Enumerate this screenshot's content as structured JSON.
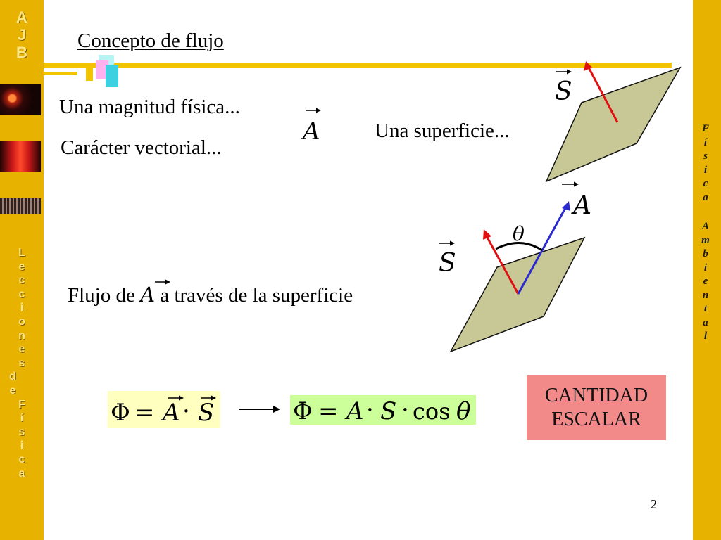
{
  "sidebar_left": {
    "top_letters": [
      "A",
      "J",
      "B"
    ],
    "bottom_letters": [
      "L",
      "e",
      "c",
      "c",
      "i",
      "o",
      "n",
      "e",
      "s",
      "d",
      "e",
      "F",
      "í",
      "s",
      "i",
      "c",
      "a"
    ]
  },
  "sidebar_right": {
    "letters": [
      "F",
      "í",
      "s",
      "i",
      "c",
      "a",
      "A",
      "m",
      "b",
      "i",
      "e",
      "n",
      "t",
      "a",
      "l"
    ]
  },
  "slide": {
    "title": "Concepto de flujo",
    "line1": "Una magnitud física...",
    "line2": "Carácter vectorial...",
    "vector_A": "A",
    "surface_text": "Una superficie...",
    "vector_S": "S",
    "theta": "θ",
    "flux_prefix": "Flujo de ",
    "flux_var": "A",
    "flux_suffix": " a través de la superficie",
    "formula1": {
      "phi": "Φ",
      "eq": "=",
      "a": "A",
      "dot": "·",
      "s": "S"
    },
    "formula2": {
      "phi": "Φ",
      "eq": "=",
      "a": "A",
      "dot1": "·",
      "s": "S",
      "dot2": "·",
      "cos": "cos",
      "theta": "θ"
    },
    "cantidad_line1": "CANTIDAD",
    "cantidad_line2": "ESCALAR",
    "page_number": "2"
  },
  "colors": {
    "sidebar": "#e8b200",
    "title_bar": "#f5c400",
    "plane_fill": "#c8c896",
    "red_arrow": "#e01010",
    "blue_arrow": "#2a2ad0",
    "formula1_bg": "#ffffc0",
    "formula2_bg": "#ccff99",
    "cantidad_bg": "#f28a8a"
  }
}
